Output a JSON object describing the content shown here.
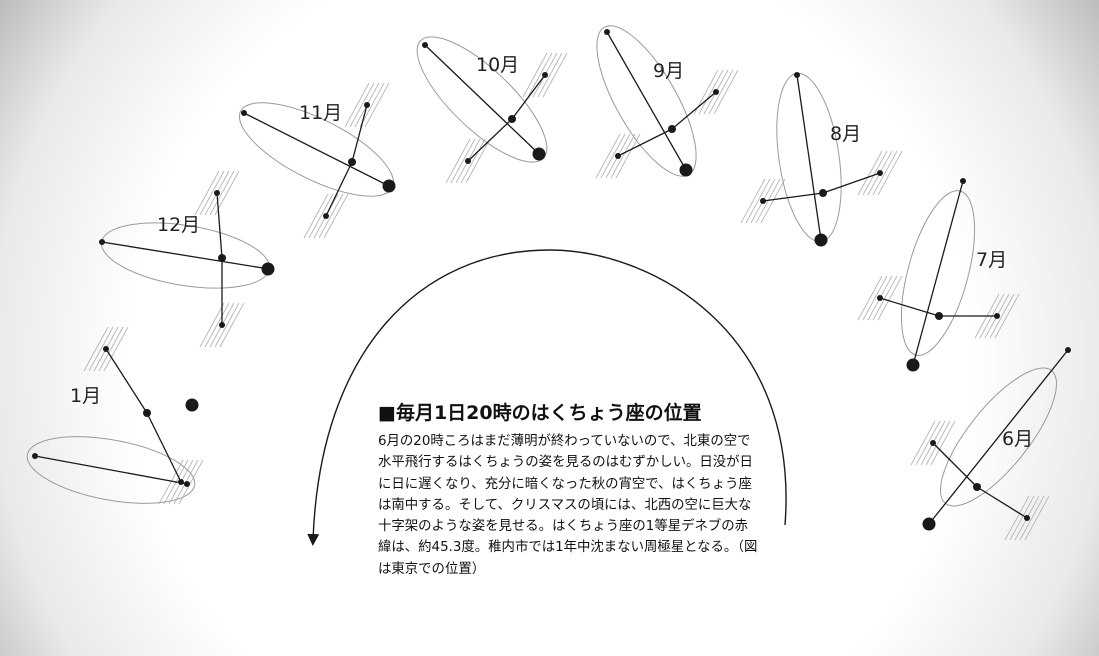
{
  "colors": {
    "ink": "#1a1a1a",
    "background_edge": "#a8a8a8",
    "background_center": "#ffffff"
  },
  "months": [
    {
      "label": "1月"
    },
    {
      "label": "12月"
    },
    {
      "label": "11月"
    },
    {
      "label": "10月"
    },
    {
      "label": "9月"
    },
    {
      "label": "8月"
    },
    {
      "label": "7月"
    },
    {
      "label": "6月"
    }
  ],
  "caption": {
    "title": "■毎月1日20時のはくちょう座の位置",
    "body": "6月の20時ころはまだ薄明が終わっていないので、北東の空で水平飛行するはくちょうの姿を見るのはむずかしい。日没が日に日に遅くなり、充分に暗くなった秋の宵空で、はくちょう座は南中する。そして、クリスマスの頃には、北西の空に巨大な十字架のような姿を見せる。はくちょう座の1等星デネブの赤緯は、約45.3度。稚内市では1年中沈まない周極星となる。（図は東京での位置）"
  }
}
